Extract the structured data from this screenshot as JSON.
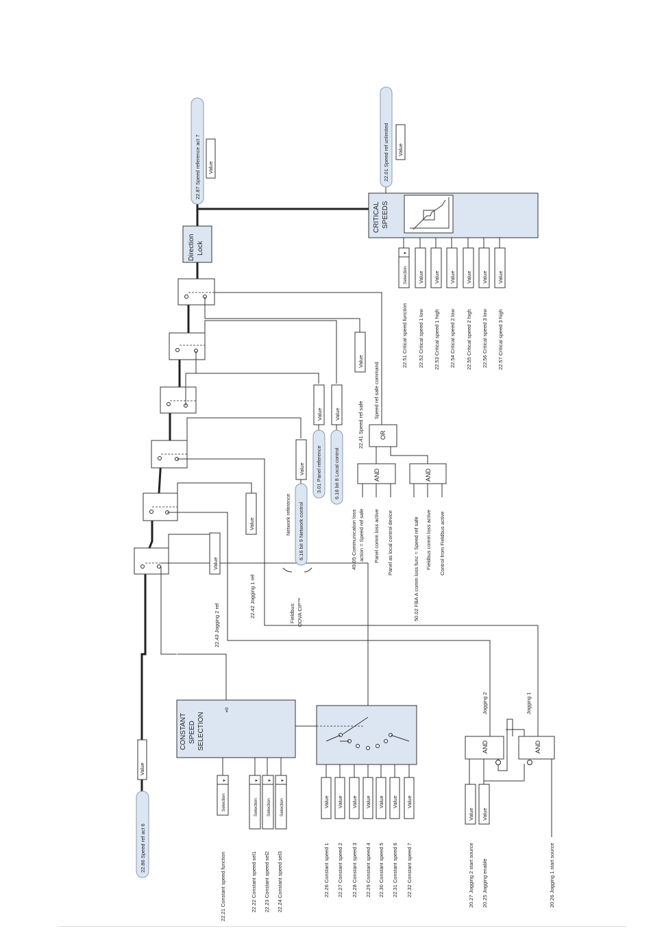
{
  "signals": {
    "speed_ref_act6": "22.86 Speed ref act 6",
    "speed_ref_act7": "22.87 Speed reference act 7",
    "speed_ref_unlimited": "22.01 Speed ref unlimited",
    "value": "Value",
    "selection": "Selection",
    "dropdown_glyph": "▾"
  },
  "blocks": {
    "constant_speed_selection": [
      "CONSTANT",
      "SPEED",
      "SELECTION"
    ],
    "constant_speed_neq0": "≠0",
    "direction_lock": [
      "Direction",
      "Lock"
    ],
    "critical_speeds": [
      "CRITICAL",
      "SPEEDS"
    ],
    "and": "AND",
    "or": "OR"
  },
  "constant_speed_params": [
    "22.21 Constant speed function",
    "22.22 Constant speed sel1",
    "22.23 Constant speed sel2",
    "22.24 Constant speed sel3"
  ],
  "constant_speeds": [
    "22.26 Constant speed 1",
    "22.27 Constant speed 2",
    "22.28 Constant speed 3",
    "22.29 Constant speed 4",
    "22.30 Constant speed 5",
    "22.31 Constant speed 6",
    "22.32 Constant speed 7"
  ],
  "jogging": {
    "jog2_start": "20.27 Jogging 2 start source",
    "jog_enable": "20.25 Jogging enable",
    "jog1_start": "20.26 Jogging 1 start source",
    "jogging1": "Jogging 1",
    "jogging2": "Jogging 2",
    "jog2_ref": "22.43 Jogging 2 ref",
    "jog1_ref": "22.42 Jogging 1 ref"
  },
  "network": {
    "network_reference": "Network reference",
    "network_control": "6.16 bit 9 Network control",
    "fieldbus": "Fieldbus:",
    "odva": "ODVA CIP™",
    "panel_reference": "3.01 Panel reference",
    "local_control": "6.16 bit 8 Local control"
  },
  "safe_ref": {
    "comm_loss_1": "49.05 Communication loss",
    "comm_loss_2": "action = Speed ref safe",
    "panel_comm_loss": "Panel comm loss active",
    "panel_local": "Panel as local control device",
    "fba_comm_loss": "50.02 FBA A comm loss func = Speed ref safe",
    "fieldbus_comm_loss": "Fieldbus comm loss active",
    "control_from_fieldbus": "Control from Fieldbus active",
    "speed_ref_safe": "22.41 Speed ref safe",
    "safe_command": "Speed ref safe command"
  },
  "critical_speed_params": [
    "22.51 Critical speed function",
    "22.52 Critical speed 1 low",
    "22.53 Critical speed 1 high",
    "22.54 Critical speed 2 low",
    "22.55 Critical speed 2 high",
    "22.56 Critical speed 3 low",
    "22.57 Critical speed 3 high"
  ]
}
